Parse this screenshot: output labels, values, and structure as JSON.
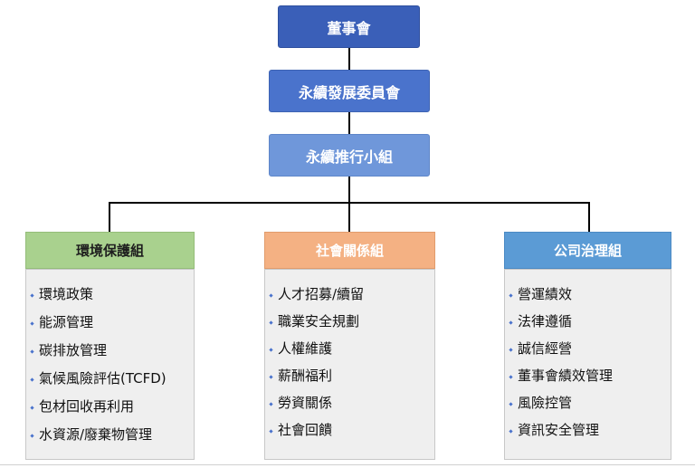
{
  "nodes": {
    "board": "董事會",
    "committee": "永續發展委員會",
    "team": "永續推行小組"
  },
  "groups": [
    {
      "title": "環境保護組",
      "items": [
        "環境政策",
        "能源管理",
        "碳排放管理",
        "氣候風險評估(TCFD)",
        "包材回收再利用",
        "水資源/廢棄物管理"
      ]
    },
    {
      "title": "社會關係組",
      "items": [
        "人才招募/續留",
        "職業安全規劃",
        "人權維護",
        "薪酬福利",
        "勞資關係",
        "社會回饋"
      ]
    },
    {
      "title": "公司治理組",
      "items": [
        "營運績效",
        "法律遵循",
        "誠信經營",
        "董事會績效管理",
        "風險控管",
        "資訊安全管理"
      ]
    }
  ],
  "colors": {
    "board": "#3a5fb8",
    "committee": "#4a73cc",
    "team": "#6f97da",
    "environment_header": "#a9d18e",
    "social_header": "#f4b183",
    "governance_header": "#5b9bd5",
    "list_background": "#efefef",
    "connector": "#000000"
  }
}
